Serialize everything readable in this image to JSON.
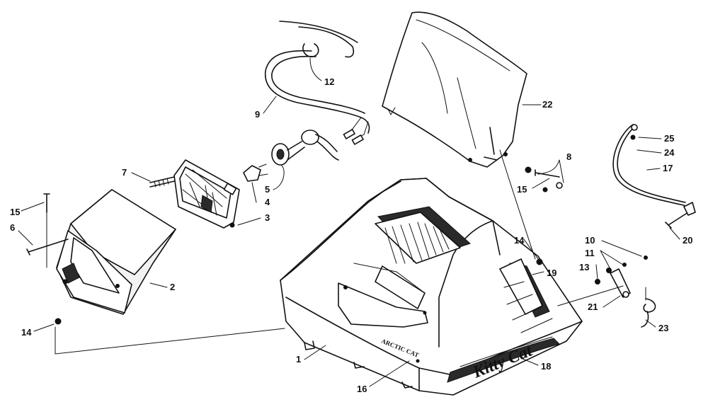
{
  "diagram": {
    "callouts": [
      "1",
      "2",
      "3",
      "4",
      "5",
      "6",
      "7",
      "8",
      "9",
      "10",
      "11",
      "12",
      "13",
      "14",
      "14",
      "15",
      "15",
      "16",
      "17",
      "18",
      "19",
      "20",
      "21",
      "22",
      "23",
      "24",
      "25"
    ],
    "decals": {
      "hood_brand": "ARCTIC CAT",
      "side_script": "Kitty Cat"
    }
  }
}
